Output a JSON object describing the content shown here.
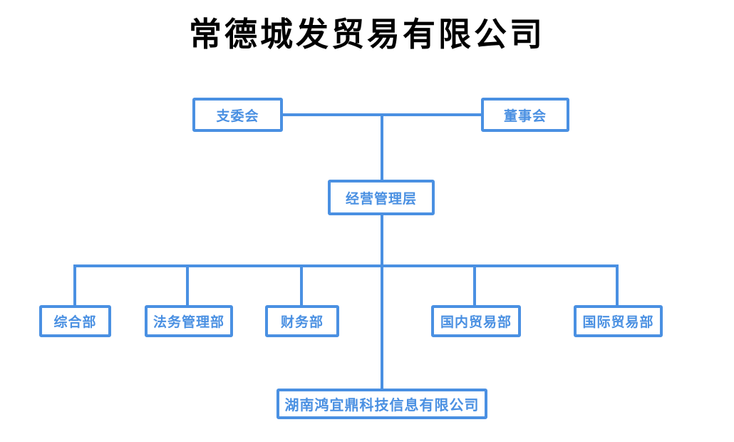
{
  "title": "常德城发贸易有限公司",
  "colors": {
    "accent": "#4a90e2",
    "background": "#ffffff",
    "title_text": "#000000"
  },
  "org": {
    "nodes": [
      {
        "id": "party-committee",
        "label": "支委会",
        "level": 1
      },
      {
        "id": "board-of-directors",
        "label": "董事会",
        "level": 1
      },
      {
        "id": "management-layer",
        "label": "经营管理层",
        "level": 2
      },
      {
        "id": "general-dept",
        "label": "综合部",
        "level": 3
      },
      {
        "id": "legal-affairs-dept",
        "label": "法务管理部",
        "level": 3
      },
      {
        "id": "finance-dept",
        "label": "财务部",
        "level": 3
      },
      {
        "id": "domestic-trade-dept",
        "label": "国内贸易部",
        "level": 3
      },
      {
        "id": "international-trade-dept",
        "label": "国际贸易部",
        "level": 3
      },
      {
        "id": "subsidiary-company",
        "label": "湖南鸿宜鼎科技信息有限公司",
        "level": 4
      }
    ],
    "edges": [
      {
        "from": "party-committee",
        "to": "management-layer"
      },
      {
        "from": "board-of-directors",
        "to": "management-layer"
      },
      {
        "from": "management-layer",
        "to": "general-dept"
      },
      {
        "from": "management-layer",
        "to": "legal-affairs-dept"
      },
      {
        "from": "management-layer",
        "to": "finance-dept"
      },
      {
        "from": "management-layer",
        "to": "domestic-trade-dept"
      },
      {
        "from": "management-layer",
        "to": "international-trade-dept"
      },
      {
        "from": "management-layer",
        "to": "subsidiary-company"
      }
    ]
  }
}
